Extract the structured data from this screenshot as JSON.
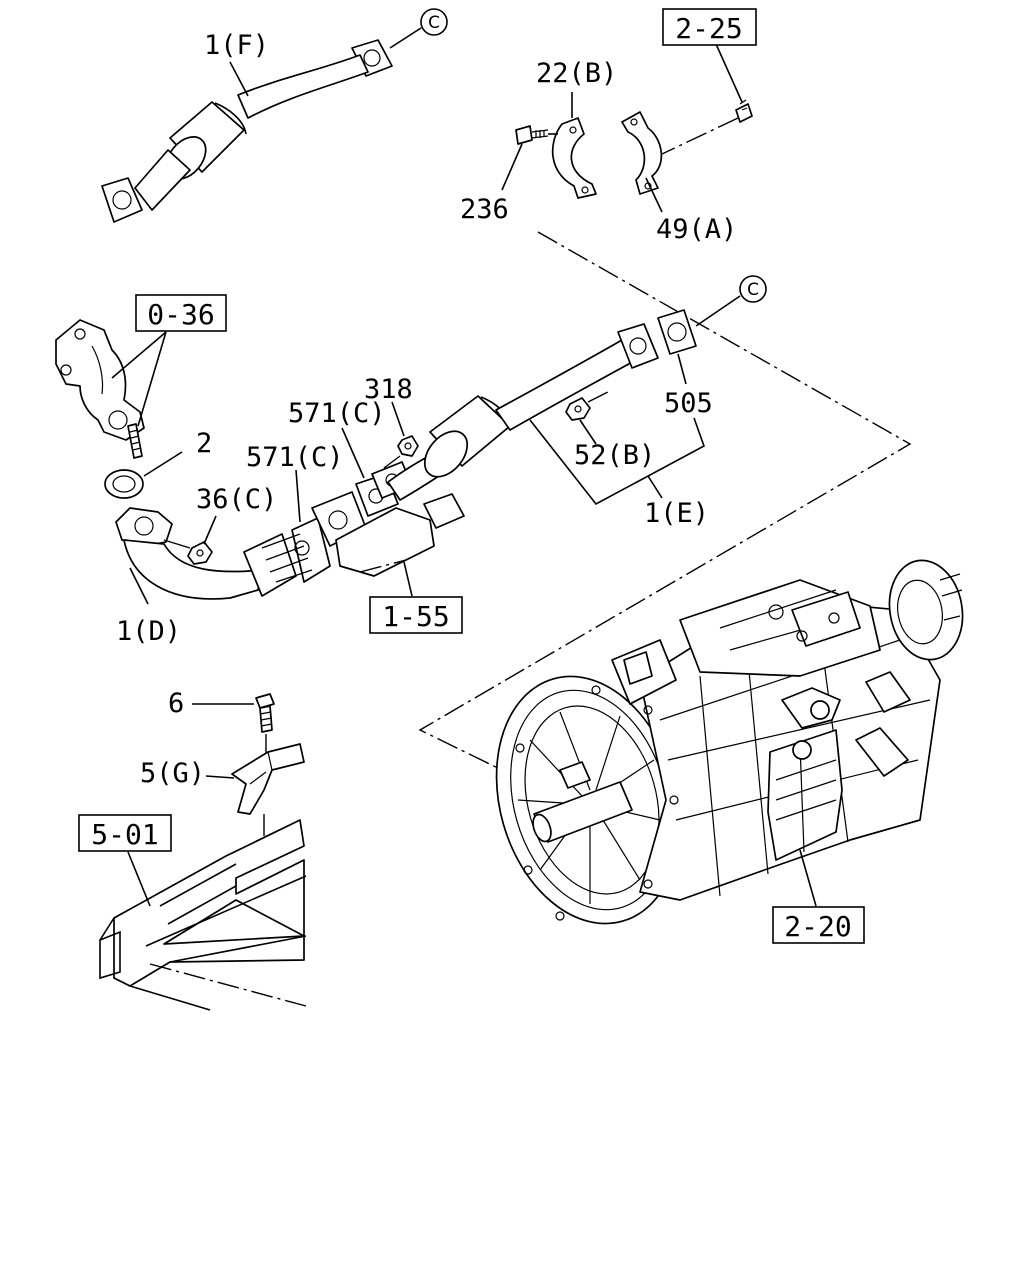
{
  "callouts": {
    "p1f": "1(F)",
    "p22b": "22(B)",
    "p236": "236",
    "p49a": "49(A)",
    "p318": "318",
    "p571c_1": "571(C)",
    "p571c_2": "571(C)",
    "p2": "2",
    "p36c": "36(C)",
    "p1d": "1(D)",
    "p52b": "52(B)",
    "p505": "505",
    "p1e": "1(E)",
    "p6": "6",
    "p5g": "5(G)"
  },
  "references": {
    "r225": "2-25",
    "r036": "0-36",
    "r155": "1-55",
    "r501": "5-01",
    "r220": "2-20"
  },
  "connectors": {
    "c_top": "C",
    "c_mid": "C"
  }
}
